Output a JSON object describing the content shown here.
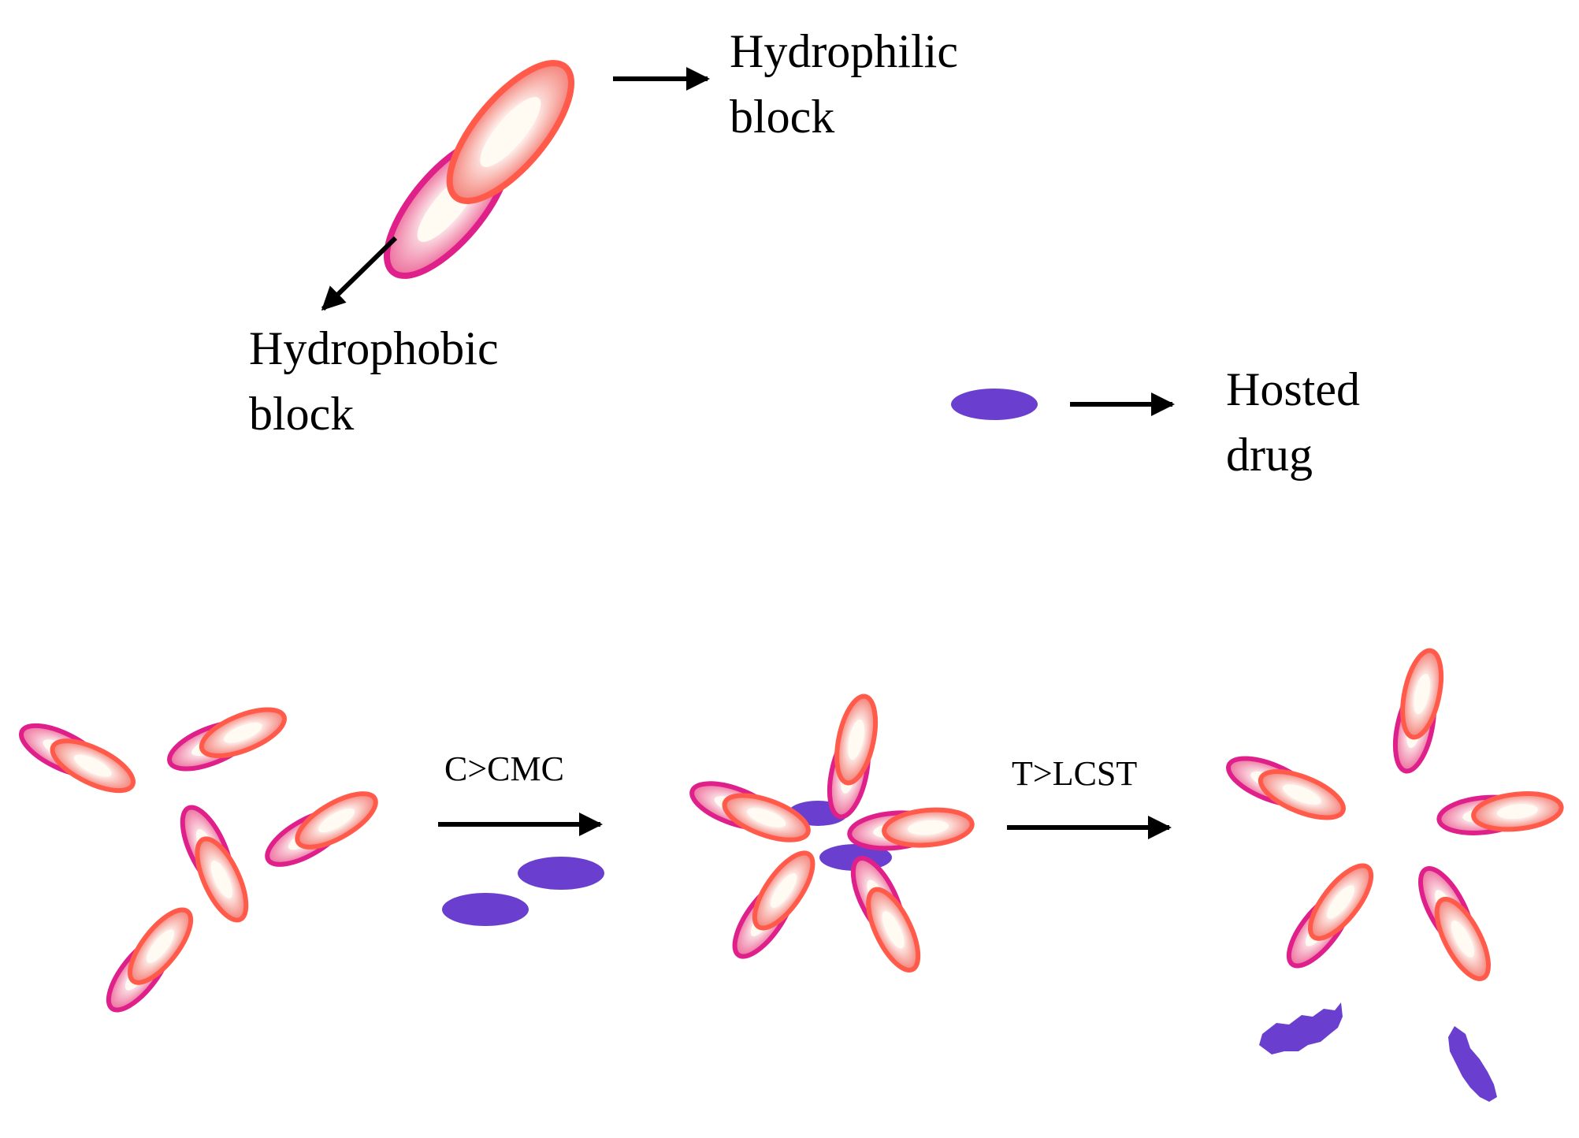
{
  "legend": {
    "hydrophilic": [
      "Hydrophilic",
      "block"
    ],
    "hydrophobic": [
      "Hydrophobic",
      "block"
    ],
    "drug": [
      "Hosted",
      "drug"
    ]
  },
  "steps": {
    "step1": "C>CMC",
    "step2": "T>LCST"
  },
  "colors": {
    "hydrophilic_stroke": "#ff5a4a",
    "hydrophobic_stroke": "#e0208a",
    "shell_fill": "#f4a6c0",
    "core_fill": "#fffaf2",
    "drug": "#6a3fd0",
    "arrow": "#000000"
  }
}
